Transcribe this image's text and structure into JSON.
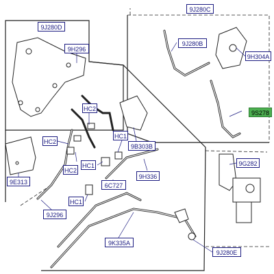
{
  "callouts": {
    "9J280D": "9J280D",
    "9J280C": "9J280C",
    "9H296": "9H296",
    "9J280B": "9J280B",
    "9H304A": "9H304A",
    "HC2": "HC2",
    "HC1": "HC1",
    "9B303B": "9B303B",
    "9H336": "9H336",
    "6C727": "6C727",
    "9J296": "9J296",
    "9K335A": "9K335A",
    "9J280E": "9J280E",
    "9S278": "9S278",
    "9G282": "9G282",
    "9E313": "9E313"
  },
  "highlighted_part": "9S278",
  "colors": {
    "label_text": "#1a1a80",
    "highlight_fill": "#4caf50",
    "line": "#222222"
  }
}
